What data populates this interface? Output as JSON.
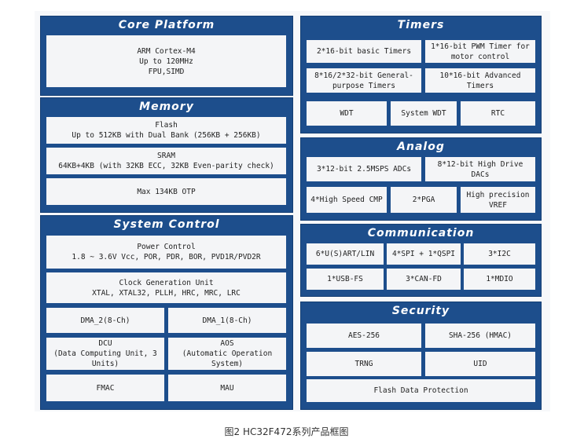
{
  "core": {
    "title": "Core Platform",
    "lines": [
      "ARM Cortex-M4",
      "Up to 120MHz",
      "FPU,SIMD"
    ]
  },
  "memory": {
    "title": "Memory",
    "flash": [
      "Flash",
      "Up to 512KB with Dual Bank (256KB + 256KB)"
    ],
    "sram": [
      "SRAM",
      "64KB+4KB (with 32KB ECC, 32KB Even-parity check)"
    ],
    "otp": "Max 134KB OTP"
  },
  "system": {
    "title": "System Control",
    "power": [
      "Power Control",
      "1.8 ~ 3.6V Vcc, POR, PDR, BOR,  PVD1R/PVD2R"
    ],
    "clock": [
      "Clock Generation Unit",
      "XTAL, XTAL32, PLLH, HRC, MRC, LRC"
    ],
    "dma2": "DMA_2(8-Ch)",
    "dma1": "DMA_1(8-Ch)",
    "dcu": [
      "DCU",
      "(Data Computing Unit, 3",
      "Units)"
    ],
    "aos": [
      "AOS",
      "(Automatic Operation",
      "System)"
    ],
    "fmac": "FMAC",
    "mau": "MAU"
  },
  "timers": {
    "title": "Timers",
    "basic": [
      "2*16-bit basic Timers"
    ],
    "pwm": [
      "1*16-bit PWM Timer for",
      "motor control"
    ],
    "general": [
      "8*16/2*32-bit General-",
      "purpose Timers"
    ],
    "advanced": [
      "10*16-bit Advanced",
      "Timers"
    ],
    "wdt": "WDT",
    "swdt": "System WDT",
    "rtc": "RTC"
  },
  "analog": {
    "title": "Analog",
    "adc": "3*12-bit  2.5MSPS ADCs",
    "dac": [
      "8*12-bit High Drive",
      "DACs"
    ],
    "cmp": "4*High Speed CMP",
    "pga": "2*PGA",
    "vref": [
      "High precision",
      "VREF"
    ]
  },
  "comm": {
    "title": "Communication",
    "uart": "6*U(S)ART/LIN",
    "spi": "4*SPI + 1*QSPI",
    "i2c": "3*I2C",
    "usb": "1*USB-FS",
    "can": "3*CAN-FD",
    "mdio": "1*MDIO"
  },
  "security": {
    "title": "Security",
    "aes": "AES-256",
    "sha": "SHA-256 (HMAC)",
    "trng": "TRNG",
    "uid": "UID",
    "flash": "Flash Data Protection"
  },
  "caption": "图2 HC32F472系列产品框图",
  "colors": {
    "panel": "#1d4e8c",
    "box": "#f4f5f7",
    "title_text": "#ffffff"
  }
}
